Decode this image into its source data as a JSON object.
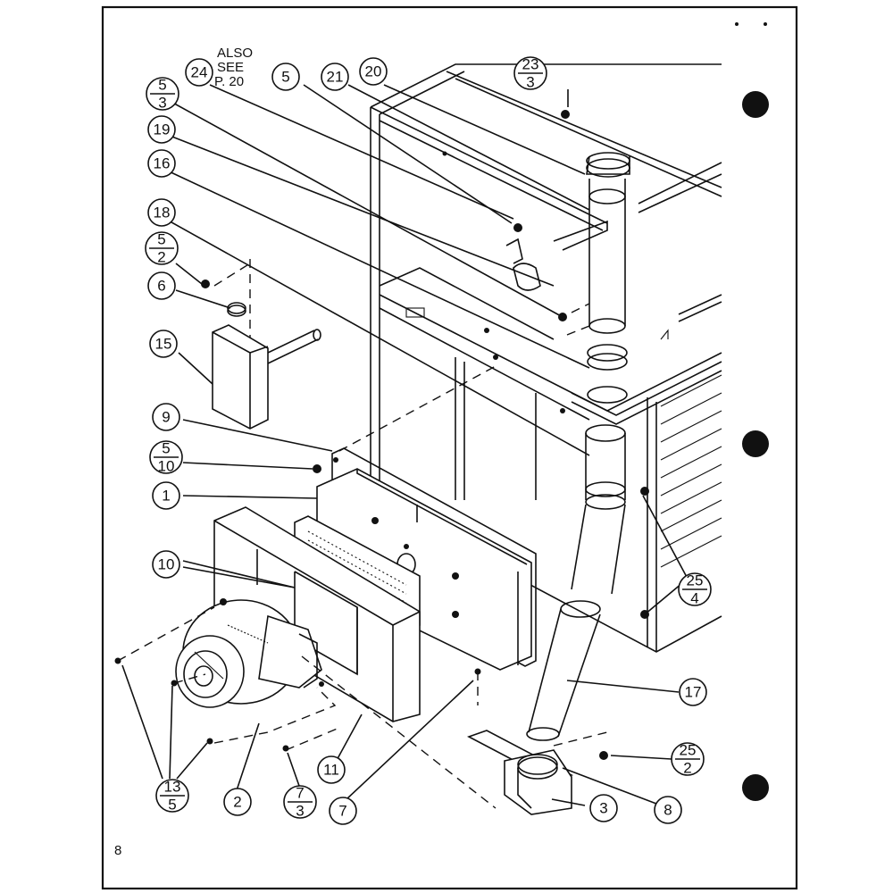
{
  "note": {
    "line1": "ALSO",
    "line2": "SEE",
    "line3": "P. 20"
  },
  "page_number": "8",
  "callouts": {
    "c24": "24",
    "c5": "5",
    "c21": "21",
    "c20": "20",
    "c23_3_top": "23",
    "c23_3_bot": "3",
    "c5_3_top": "5",
    "c5_3_bot": "3",
    "c19": "19",
    "c16": "16",
    "c18": "18",
    "c5_2_top": "5",
    "c5_2_bot": "2",
    "c6": "6",
    "c15": "15",
    "c9": "9",
    "c5_10_top": "5",
    "c5_10_bot": "10",
    "c1": "1",
    "c10": "10",
    "c25_4_top": "25",
    "c25_4_bot": "4",
    "c17": "17",
    "c25_2_top": "25",
    "c25_2_bot": "2",
    "c13_5_top": "13",
    "c13_5_bot": "5",
    "c2": "2",
    "c7_3_top": "7",
    "c7_3_bot": "3",
    "c11": "11",
    "c7": "7",
    "c3": "3",
    "c8": "8"
  }
}
